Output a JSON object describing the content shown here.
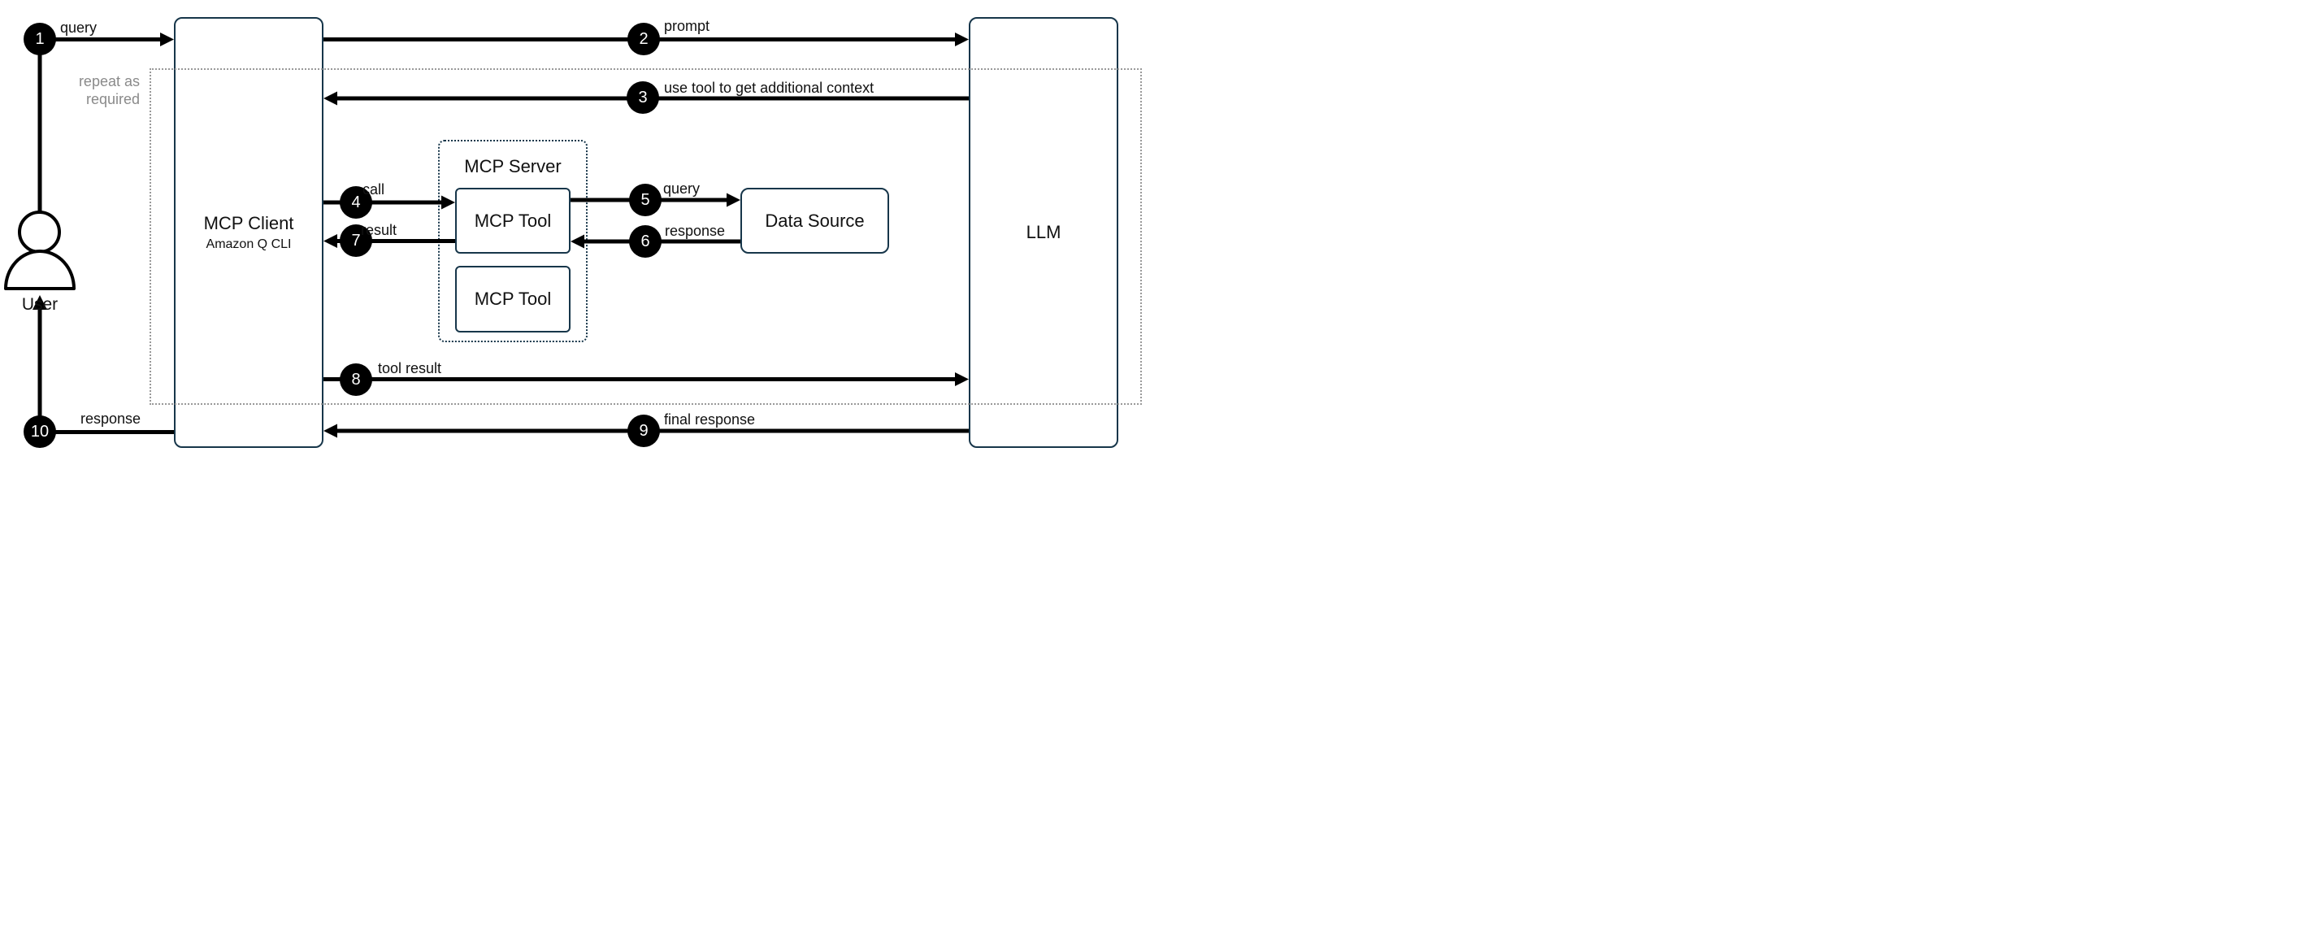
{
  "diagram": {
    "user": {
      "label": "User"
    },
    "mcp_client": {
      "title": "MCP Client",
      "subtitle": "Amazon Q CLI"
    },
    "llm": {
      "title": "LLM"
    },
    "mcp_server": {
      "title": "MCP Server",
      "tools": [
        "MCP Tool",
        "MCP Tool"
      ]
    },
    "data_source": {
      "title": "Data Source"
    },
    "loop": {
      "line1": "repeat as",
      "line2": "required"
    },
    "steps": [
      {
        "num": "1",
        "label": "query"
      },
      {
        "num": "2",
        "label": "prompt"
      },
      {
        "num": "3",
        "label": "use tool to get additional context"
      },
      {
        "num": "4",
        "label": "call"
      },
      {
        "num": "5",
        "label": "query"
      },
      {
        "num": "6",
        "label": "response"
      },
      {
        "num": "7",
        "label": "result"
      },
      {
        "num": "8",
        "label": "tool result"
      },
      {
        "num": "9",
        "label": "final response"
      },
      {
        "num": "10",
        "label": "response"
      }
    ],
    "colors": {
      "box_border": "#17364a",
      "arrow": "#000000",
      "loop_border": "#999999",
      "loop_text": "#8a8a8a",
      "step_bg": "#000000",
      "step_text": "#ffffff"
    }
  }
}
